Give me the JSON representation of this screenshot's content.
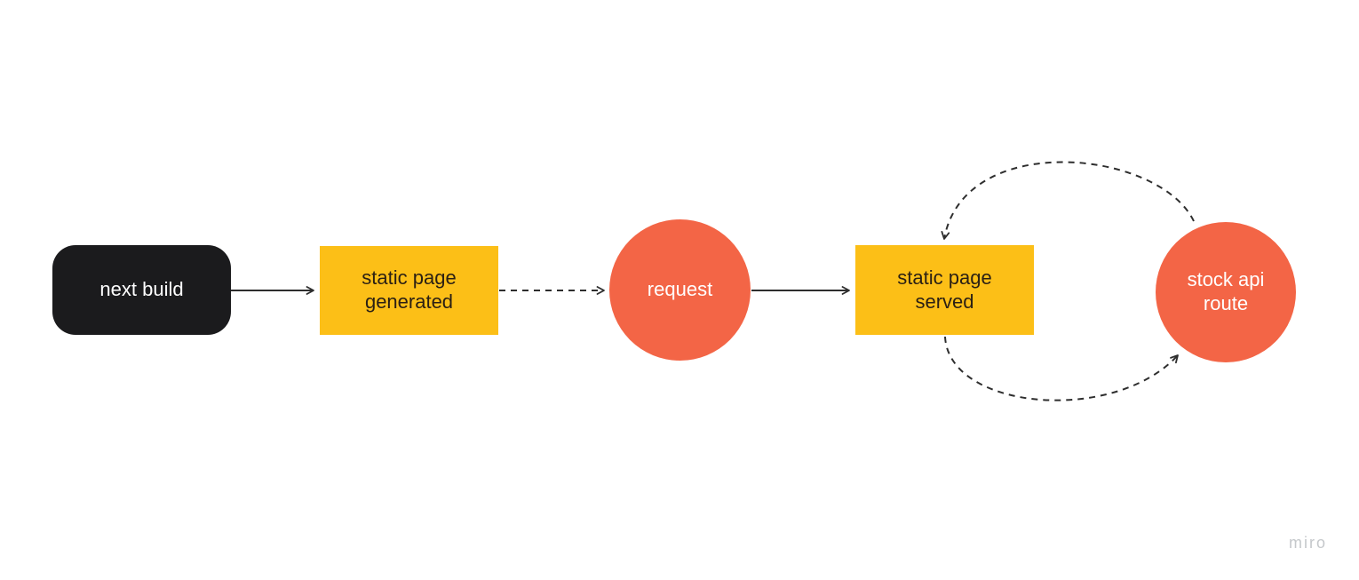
{
  "board": {
    "background": "#ffffff",
    "watermark": {
      "label": "miro",
      "color": "#c5c8cb"
    }
  },
  "colors": {
    "black_node": "#1b1b1d",
    "yellow_node": "#fcbf17",
    "orange_node": "#f36546",
    "connector": "#2e2e2e",
    "text_on_dark": "#ffffff",
    "text_on_yellow": "#2b2014"
  },
  "diagram": {
    "nodes": [
      {
        "id": "next-build",
        "shape": "rounded-rect",
        "color": "#1b1b1d",
        "label": "next build"
      },
      {
        "id": "static-page-generated",
        "shape": "rect",
        "color": "#fcbf17",
        "label": "static page generated",
        "lines": [
          "static page",
          "generated"
        ]
      },
      {
        "id": "request",
        "shape": "circle",
        "color": "#f36546",
        "label": "request"
      },
      {
        "id": "static-page-served",
        "shape": "rect",
        "color": "#fcbf17",
        "label": "static page served",
        "lines": [
          "static page",
          "served"
        ]
      },
      {
        "id": "stock-api-route",
        "shape": "circle",
        "color": "#f36546",
        "label": "stock api route",
        "lines": [
          "stock api",
          "route"
        ]
      }
    ],
    "edges": [
      {
        "from": "next-build",
        "to": "static-page-generated",
        "style": "solid",
        "arrow": "end",
        "shape": "straight"
      },
      {
        "from": "static-page-generated",
        "to": "request",
        "style": "dashed",
        "arrow": "end",
        "shape": "straight"
      },
      {
        "from": "request",
        "to": "static-page-served",
        "style": "solid",
        "arrow": "end",
        "shape": "straight"
      },
      {
        "from": "stock-api-route",
        "to": "static-page-served",
        "style": "dashed",
        "arrow": "end",
        "shape": "curved-over-top"
      },
      {
        "from": "static-page-served",
        "to": "stock-api-route",
        "style": "dashed",
        "arrow": "end",
        "shape": "curved-under-bottom"
      }
    ]
  }
}
